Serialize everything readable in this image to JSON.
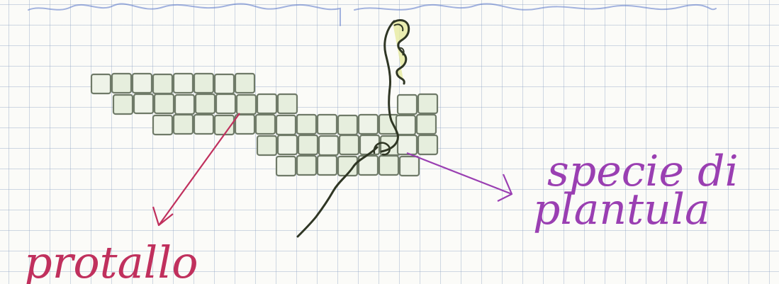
{
  "labels": {
    "top_scribble": "",
    "protallo": "protallo",
    "specie_line1": "specie di",
    "specie_line2": "plantula"
  },
  "colors": {
    "pencil": "#6f7a68",
    "cell_fill": "#e6eedd",
    "cell_fill_light": "#eef3e8",
    "plant_stroke": "#2f3624",
    "frond_fill": "#e6ea9a",
    "protallo_ink": "#c0305d",
    "specie_ink": "#9a3fb2",
    "top_ink": "#5a77c9"
  }
}
